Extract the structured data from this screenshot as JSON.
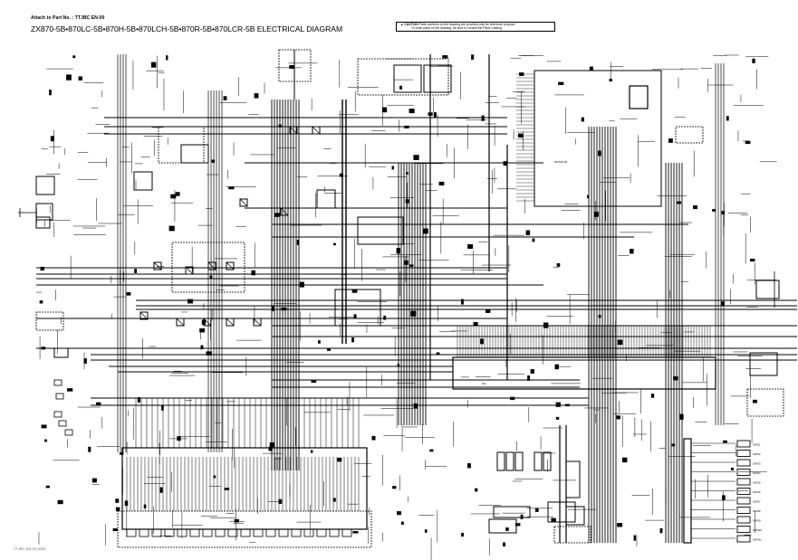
{
  "header": {
    "part_number_label": "Attach to Part No. : TTJBC EN-00",
    "title": "ZX870-5B•870LC-5B•870H-5B•870LCH-5B•870R-5B•870LCR-5B ELECTRICAL DIAGRAM"
  },
  "caution": {
    "icon": "warning-triangle-icon",
    "line1_prefix": "CAUTION",
    "line1": "Parts numbers on the drawing are provided only for reference purpose.",
    "line2": "To order parts on the drawing, be sure to consult the Parts Catalog."
  },
  "footer": {
    "drawing_code": "TTJBC-EN-00 0000"
  },
  "diagram": {
    "monitor_label": "MONITOR",
    "controller_label": "MC",
    "ecm_label": "ECM",
    "right_outputs": [
      "SWS1",
      "SWS2",
      "SWS3",
      "SWS4",
      "SWS5",
      "SWS6",
      "SWS7",
      "SWS8",
      "SWS9",
      "SWS10",
      "SWS11"
    ]
  }
}
